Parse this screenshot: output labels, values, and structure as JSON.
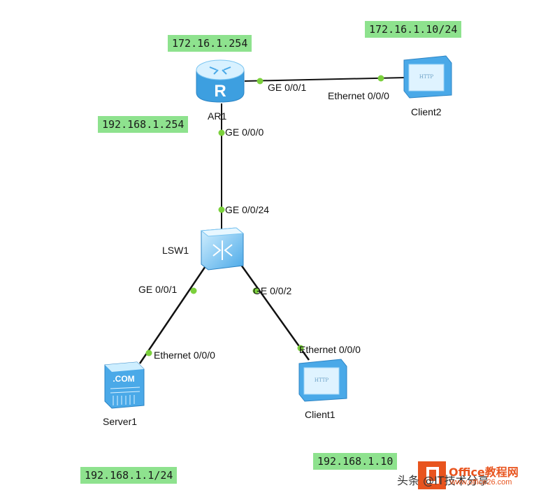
{
  "devices": {
    "router": {
      "name": "AR1"
    },
    "switch": {
      "name": "LSW1"
    },
    "client2": {
      "name": "Client2",
      "screen_text": "HTTP"
    },
    "client1": {
      "name": "Client1",
      "screen_text": "HTTP"
    },
    "server1": {
      "name": "Server1",
      "screen_text": ".COM"
    }
  },
  "ip_labels": {
    "router_public": "172.16.1.254",
    "client2": "172.16.1.10/24",
    "router_private": "192.168.1.254",
    "server1": "192.168.1.1/24",
    "client1": "192.168.1.10"
  },
  "ports": {
    "router_ge001": "GE 0/0/1",
    "client2_eth": "Ethernet 0/0/0",
    "router_ge000": "GE 0/0/0",
    "switch_ge0024": "GE 0/0/24",
    "switch_ge001": "GE 0/0/1",
    "switch_ge002": "GE 0/0/2",
    "server1_eth": "Ethernet 0/0/0",
    "client1_eth": "Ethernet 0/0/0"
  },
  "watermark": {
    "source_text": "头条 @IT技术分享",
    "brand_text": "Office教程网",
    "brand_url": "www.office26.com"
  },
  "colors": {
    "ip_label_bg": "#8ee28e",
    "link_line": "#111111",
    "port_dot": "#7bd03c",
    "device_blue": "#4aa9e8"
  }
}
